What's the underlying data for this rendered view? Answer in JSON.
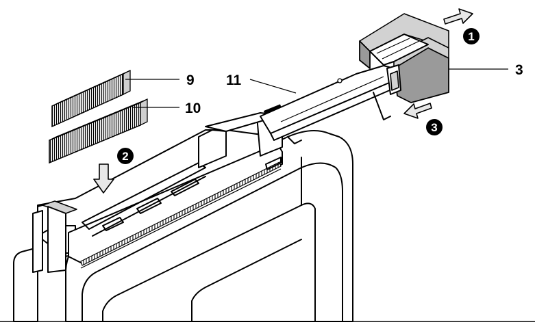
{
  "labels": {
    "staples_upper": "9",
    "staples_lower": "10",
    "magazine_rail": "11",
    "pusher_cap": "3"
  },
  "steps": {
    "step1": "1",
    "step2": "2",
    "step3": "3"
  },
  "colors": {
    "line": "#000000",
    "cap_grey": "#9a9a9a",
    "staple_grey": "#8c8c8c",
    "arrow_fill": "#e8e8e8"
  }
}
